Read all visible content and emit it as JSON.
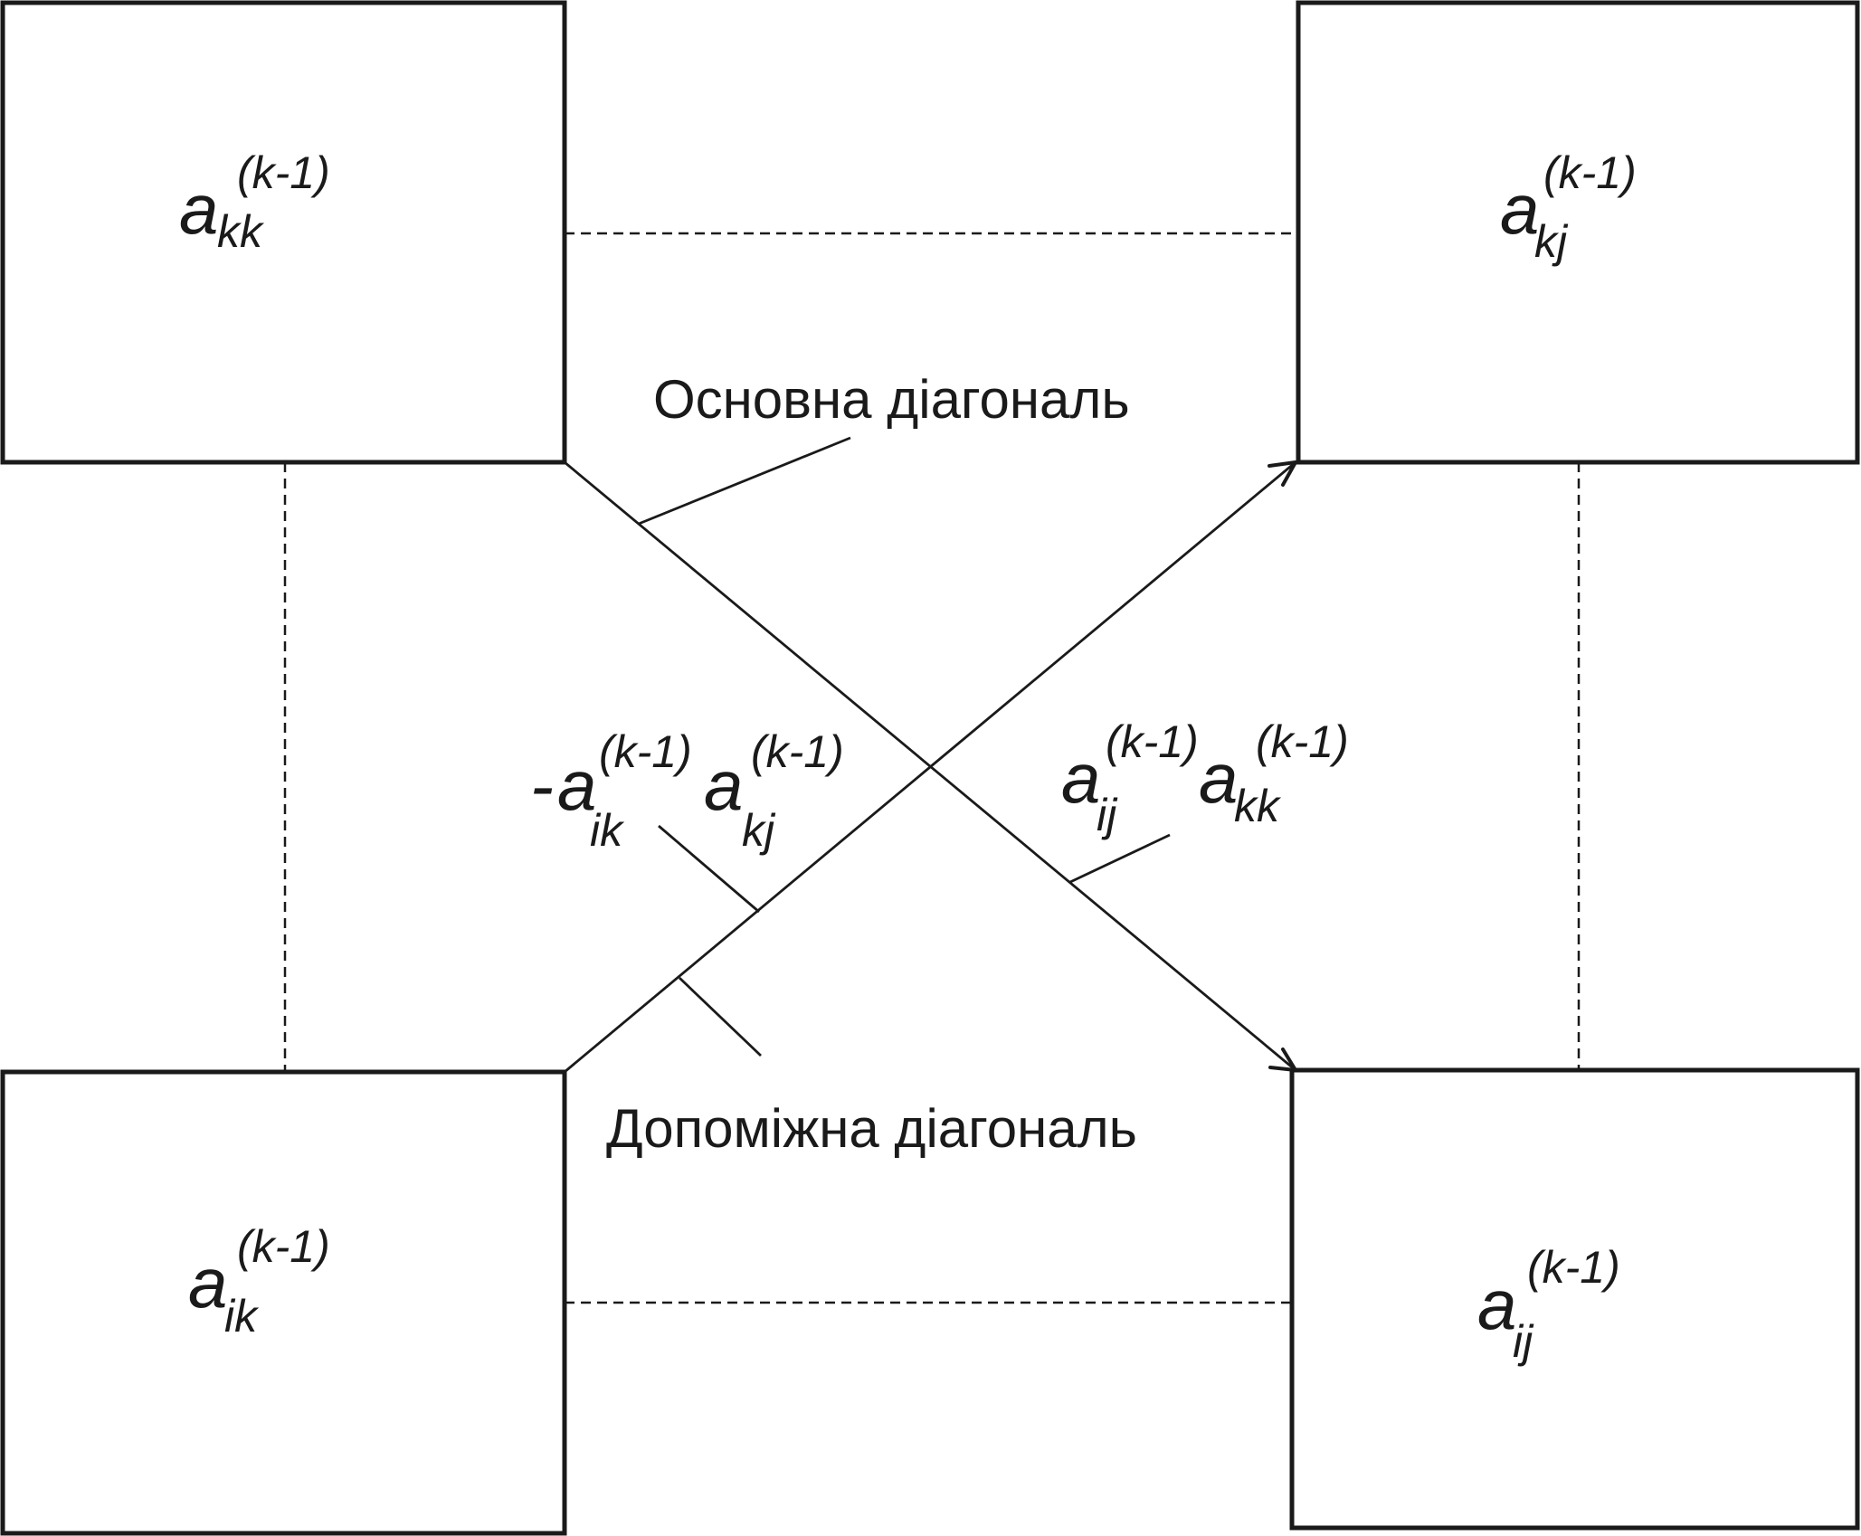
{
  "cells": {
    "top_left": {
      "base": "a",
      "sup": "(k-1)",
      "sub": "kk"
    },
    "top_right": {
      "base": "a",
      "sup": "(k-1)",
      "sub": "kj"
    },
    "bottom_left": {
      "base": "a",
      "sup": "(k-1)",
      "sub": "ik"
    },
    "bottom_right": {
      "base": "a",
      "sup": "(k-1)",
      "sub": "ij"
    }
  },
  "products": {
    "auxiliary": {
      "sign": "-",
      "term1": {
        "base": "a",
        "sup": "(k-1)",
        "sub": "ik"
      },
      "term2": {
        "base": "a",
        "sup": "(k-1)",
        "sub": "kj"
      }
    },
    "main": {
      "term1": {
        "base": "a",
        "sup": "(k-1)",
        "sub": "ij"
      },
      "term2": {
        "base": "a",
        "sup": "(k-1)",
        "sub": "kk"
      }
    }
  },
  "labels": {
    "main_diagonal": "Основна діагональ",
    "auxiliary_diagonal": "Допоміжна діагональ"
  },
  "colors": {
    "stroke": "#1a1a1a",
    "background": "#ffffff"
  }
}
